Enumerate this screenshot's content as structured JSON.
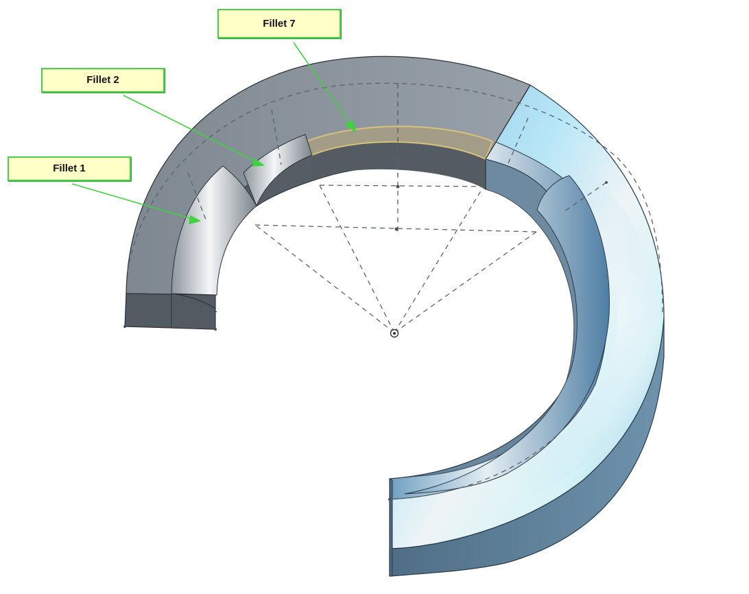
{
  "callouts": {
    "fillet7": "Fillet 7",
    "fillet2": "Fillet 2",
    "fillet1": "Fillet 1"
  },
  "colors": {
    "callout_fill": "#ffffc8",
    "callout_border": "#45d145",
    "leader": "#3fd23f",
    "gray_face": "#8c959e",
    "gray_side": "#545a62",
    "blue_face": "#a9d6ef",
    "blue_side": "#5d7f98",
    "selected_edge": "#d8c27a"
  }
}
